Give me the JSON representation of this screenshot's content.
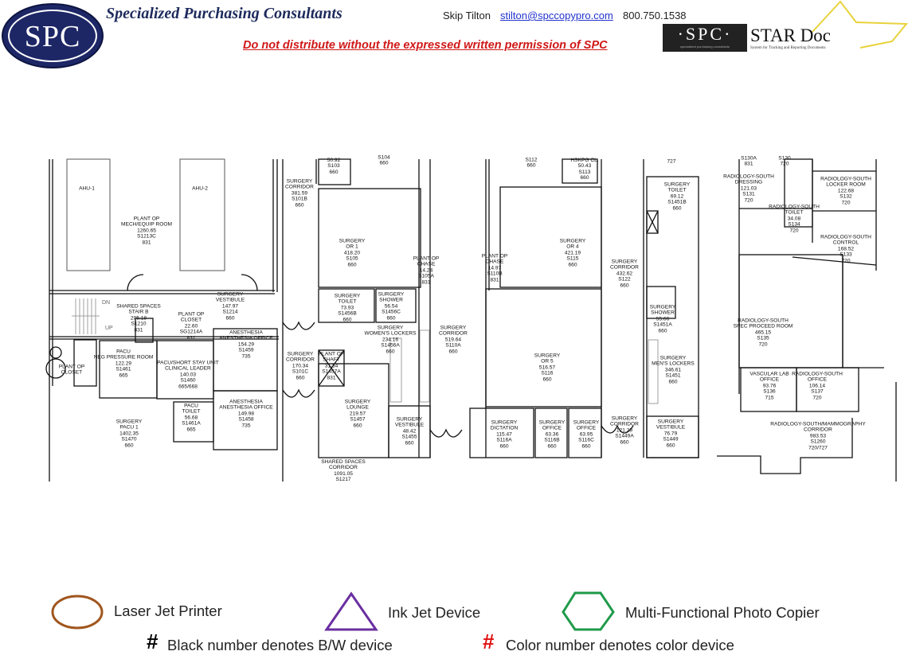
{
  "header": {
    "logo_text": "SPC",
    "company": "Specialized Purchasing Consultants",
    "contact_name": "Skip Tilton",
    "email": "stilton@spccopypro.com",
    "phone": "800.750.1538",
    "warning": "Do not distribute without the expressed written permission of SPC",
    "star_logo": {
      "spc": "·SPC·",
      "title": "STAR Doc",
      "tagline": "System for Tracking and Reporting Documents",
      "sub": "specialized purchasing consultants"
    }
  },
  "colors": {
    "navy": "#1d2766",
    "warning_red": "#d01818",
    "laser": "#a0561e",
    "inkjet": "#6a2ea0",
    "mfp": "#1f9a4a"
  },
  "rooms": [
    {
      "lines": [
        "AHU-1"
      ]
    },
    {
      "lines": [
        "AHU-2"
      ]
    },
    {
      "lines": [
        "PLANT OP",
        "MECH/EQUIP ROOM",
        "1260.65",
        "S1213C",
        "831"
      ]
    },
    {
      "lines": [
        "SHARED SPACES",
        "STAIR B",
        "205.18",
        "S1210",
        "831"
      ]
    },
    {
      "lines": [
        "SURGERY",
        "VESTIBULE",
        "147.97",
        "S1214",
        "660"
      ]
    },
    {
      "lines": [
        "PLANT OP",
        "CLOSET",
        "22.60",
        "SG1214A",
        "831"
      ]
    },
    {
      "lines": [
        "PACU",
        "NEG PRESSURE ROOM",
        "122.29",
        "S1461",
        "665"
      ]
    },
    {
      "lines": [
        "PACU/SHORT STAY UNIT",
        "CLINICAL LEADER",
        "140.03",
        "S1460",
        "665/668"
      ]
    },
    {
      "lines": [
        "ANESTHESIA",
        "ANESTHESIA OFFICE",
        "154.29",
        "S1459",
        "735"
      ]
    },
    {
      "lines": [
        "ANESTHESIA",
        "ANESTHESIA OFFICE",
        "149.98",
        "S1458",
        "735"
      ]
    },
    {
      "lines": [
        "PACU",
        "TOILET",
        "56.68",
        "S1461A",
        "665"
      ]
    },
    {
      "lines": [
        "SURGERY",
        "PACU 1",
        "1402.35",
        "S1470",
        "660"
      ]
    },
    {
      "lines": [
        "PLANT OP",
        "CLOSET"
      ]
    },
    {
      "lines": [
        "SURGERY",
        "CORRIDOR",
        "381.59",
        "S101B",
        "660"
      ]
    },
    {
      "lines": [
        "SURGERY",
        "CORRIDOR",
        "170.34",
        "S101C",
        "660"
      ]
    },
    {
      "lines": [
        "50.92",
        "S103",
        "660"
      ]
    },
    {
      "lines": [
        "S104",
        "660"
      ]
    },
    {
      "lines": [
        "SURGERY",
        "OR 1",
        "418.20",
        "S105",
        "660"
      ]
    },
    {
      "lines": [
        "PLANT OP",
        "CHASE",
        "14.24",
        "S105A",
        "831"
      ]
    },
    {
      "lines": [
        "SURGERY",
        "TOILET",
        "73.93",
        "S1456B",
        "660"
      ]
    },
    {
      "lines": [
        "SURGERY",
        "SHOWER",
        "56.54",
        "S1456C",
        "660"
      ]
    },
    {
      "lines": [
        "SURGERY",
        "WOMEN'S LOCKERS",
        "234.16",
        "S1456A",
        "660"
      ]
    },
    {
      "lines": [
        "PLANT OP",
        "SHAFT",
        "31.34",
        "S1457A",
        "831"
      ]
    },
    {
      "lines": [
        "SURGERY",
        "LOUNGE",
        "219.57",
        "S1457",
        "660"
      ]
    },
    {
      "lines": [
        "SURGERY",
        "VESTIBULE",
        "48.42",
        "S1455",
        "660"
      ]
    },
    {
      "lines": [
        "SHARED SPACES",
        "CORRIDOR",
        "1091.05",
        "S1217"
      ]
    },
    {
      "lines": [
        "SURGERY",
        "CORRIDOR",
        "519.64",
        "S110A",
        "660"
      ]
    },
    {
      "lines": [
        "S112",
        "660"
      ]
    },
    {
      "lines": [
        "HSKPG CL.",
        "50.43",
        "S113",
        "660"
      ]
    },
    {
      "lines": [
        "SURGERY",
        "OR 4",
        "421.19",
        "S115",
        "660"
      ]
    },
    {
      "lines": [
        "PLANT OP",
        "CHASE",
        "14.97",
        "S110B",
        "831"
      ]
    },
    {
      "lines": [
        "SURGERY",
        "CORRIDOR",
        "432.62",
        "S122",
        "660"
      ]
    },
    {
      "lines": [
        "SURGERY",
        "OR 5",
        "516.57",
        "S116",
        "660"
      ]
    },
    {
      "lines": [
        "SURGERY",
        "DICTATION",
        "115.47",
        "S116A",
        "660"
      ]
    },
    {
      "lines": [
        "SURGERY",
        "OFFICE",
        "63.36",
        "S116B",
        "660"
      ]
    },
    {
      "lines": [
        "SURGERY",
        "OFFICE",
        "63.95",
        "S116C",
        "660"
      ]
    },
    {
      "lines": [
        "SURGERY",
        "CORRIDOR",
        "121.29",
        "S1449A",
        "660"
      ]
    },
    {
      "lines": [
        "727"
      ]
    },
    {
      "lines": [
        "SURGERY",
        "TOILET",
        "69.12",
        "S1451B",
        "660"
      ]
    },
    {
      "lines": [
        "SURGERY",
        "SHOWER",
        "55.66",
        "S1451A",
        "660"
      ]
    },
    {
      "lines": [
        "SURGERY",
        "MEN'S LOCKERS",
        "346.61",
        "S1451",
        "660"
      ]
    },
    {
      "lines": [
        "SURGERY",
        "VESTIBULE",
        "76.79",
        "S1449",
        "660"
      ]
    },
    {
      "lines": [
        "S130A",
        "831"
      ]
    },
    {
      "lines": [
        "S130",
        "720"
      ]
    },
    {
      "lines": [
        "RADIOLOGY-SOUTH",
        "DRESSING",
        "121.03",
        "S131",
        "720"
      ]
    },
    {
      "lines": [
        "RADIOLOGY-SOUTH",
        "LOCKER ROOM",
        "122.68",
        "S132",
        "720"
      ]
    },
    {
      "lines": [
        "RADIOLOGY-SOUTH",
        "TOILET",
        "34.08",
        "S134",
        "720"
      ]
    },
    {
      "lines": [
        "RADIOLOGY-SOUTH",
        "CONTROL",
        "168.52",
        "S133",
        "720"
      ]
    },
    {
      "lines": [
        "RADIOLOGY-SOUTH",
        "SPEC PROCEED ROOM",
        "465.15",
        "S135",
        "720"
      ]
    },
    {
      "lines": [
        "VASCULAR LAB",
        "OFFICE",
        "93.76",
        "S136",
        "715"
      ]
    },
    {
      "lines": [
        "RADIOLOGY-SOUTH",
        "OFFICE",
        "106.14",
        "S137",
        "720"
      ]
    },
    {
      "lines": [
        "RADIOLOGY-SOUTH/MAMMOGRAPHY",
        "CORRIDOR",
        "983.53",
        "S1260",
        "720/727"
      ]
    }
  ],
  "stair_labels": {
    "dn": "DN",
    "up": "UP"
  },
  "legend": {
    "laser": "Laser Jet Printer",
    "inkjet": "Ink Jet Device",
    "mfp": "Multi-Functional Photo Copier",
    "hash": "#",
    "bw_note": "Black number denotes B/W device",
    "color_note": "Color number denotes color device"
  }
}
